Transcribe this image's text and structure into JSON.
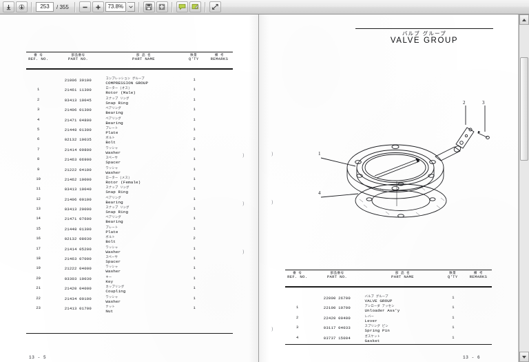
{
  "toolbar": {
    "first_page_icon": "first-page-icon",
    "prev_page_icon": "previous-page-icon",
    "page_number": "253",
    "page_total_label": "/ 355",
    "zoom_out_icon": "zoom-out-icon",
    "zoom_in_icon": "zoom-in-icon",
    "zoom_level": "73.8%",
    "zoom_dropdown_icon": "chevron-down-icon",
    "save_icon": "save-icon",
    "fit_page_icon": "fit-page-icon",
    "comment_icon": "comment-icon",
    "annotate_icon": "annotate-icon",
    "fullscreen_icon": "fullscreen-icon"
  },
  "left_page": {
    "folio": "13 - 5",
    "columns": [
      {
        "jp": "番  号",
        "en": "REF. NO."
      },
      {
        "jp": "部品番号",
        "en": "PART NO."
      },
      {
        "jp": "部 品 名",
        "en": "PART NAME"
      },
      {
        "jp": "数量",
        "en": "Q'TY"
      },
      {
        "jp": "備 考",
        "en": "REMARKS"
      }
    ],
    "rows": [
      {
        "ref": "",
        "part": "21006 39100",
        "jp": "コンプレッション  グループ",
        "en": "COMPRESSION GROUP",
        "qty": "1",
        "rem": ""
      },
      {
        "ref": "1",
        "part": "21461 11300",
        "jp": "ローター  (オス)",
        "en": "Rotor (Male)",
        "qty": "1",
        "rem": ""
      },
      {
        "ref": "2",
        "part": "03413 10045",
        "jp": "スナップ リング",
        "en": "Snap Ring",
        "qty": "1",
        "rem": ""
      },
      {
        "ref": "3",
        "part": "21406 01300",
        "jp": "ベアリング",
        "en": "Bearing",
        "qty": "1",
        "rem": ""
      },
      {
        "ref": "4",
        "part": "21471 04800",
        "jp": "ベアリング",
        "en": "Bearing",
        "qty": "1",
        "rem": ""
      },
      {
        "ref": "5",
        "part": "21448 01300",
        "jp": "プレート",
        "en": "Plate",
        "qty": "1",
        "rem": ""
      },
      {
        "ref": "6",
        "part": "02132 10035",
        "jp": "ボルト",
        "en": "Bolt",
        "qty": "2",
        "rem": ""
      },
      {
        "ref": "7",
        "part": "21414 09800",
        "jp": "ワッシャ",
        "en": "Washer",
        "qty": "1",
        "rem": ""
      },
      {
        "ref": "8",
        "part": "21463 06900",
        "jp": "スペーサ",
        "en": "Spacer",
        "qty": "1",
        "rem": ""
      },
      {
        "ref": "9",
        "part": "21222 04100",
        "jp": "ワッシャ",
        "en": "Washer",
        "qty": "1",
        "rem": ""
      },
      {
        "ref": "10",
        "part": "21462 10000",
        "jp": "ローター  (メス)",
        "en": "Rotor (Female)",
        "qty": "1",
        "rem": ""
      },
      {
        "ref": "11",
        "part": "03413 10040",
        "jp": "スナップ リング",
        "en": "Snap Ring",
        "qty": "1",
        "rem": ""
      },
      {
        "ref": "12",
        "part": "21406 00100",
        "jp": "ベアリング",
        "en": "Bearing",
        "qty": "1",
        "rem": ""
      },
      {
        "ref": "13",
        "part": "03413 20090",
        "jp": "スナップ リング",
        "en": "Snap Ring",
        "qty": "1",
        "rem": ""
      },
      {
        "ref": "14",
        "part": "21471 07600",
        "jp": "ベアリング",
        "en": "Bearing",
        "qty": "1",
        "rem": ""
      },
      {
        "ref": "15",
        "part": "21448 01300",
        "jp": "プレート",
        "en": "Plate",
        "qty": "1",
        "rem": ""
      },
      {
        "ref": "16",
        "part": "02132 08030",
        "jp": "ボルト",
        "en": "Bolt",
        "qty": "2",
        "rem": ""
      },
      {
        "ref": "17",
        "part": "21414 05200",
        "jp": "ワッシャ",
        "en": "Washer",
        "qty": "1",
        "rem": ""
      },
      {
        "ref": "18",
        "part": "21463 07000",
        "jp": "スペーサ",
        "en": "Spacer",
        "qty": "1",
        "rem": ""
      },
      {
        "ref": "19",
        "part": "21222 04000",
        "jp": "ワッシャ",
        "en": "Washer",
        "qty": "1",
        "rem": ""
      },
      {
        "ref": "20",
        "part": "03303 10030",
        "jp": "キー",
        "en": "Key",
        "qty": "1",
        "rem": ""
      },
      {
        "ref": "21",
        "part": "21420 04000",
        "jp": "カップリング",
        "en": "Coupling",
        "qty": "1",
        "rem": ""
      },
      {
        "ref": "22",
        "part": "21434 00100",
        "jp": "ワッシャ",
        "en": "Washer",
        "qty": "1",
        "rem": ""
      },
      {
        "ref": "23",
        "part": "21413 01700",
        "jp": "ナット",
        "en": "Nut",
        "qty": "1",
        "rem": ""
      }
    ]
  },
  "right_page": {
    "folio": "13 - 6",
    "group_title_jp": "バルブ  グループ",
    "group_title_en": "VALVE GROUP",
    "diagram_callouts": [
      "1",
      "2",
      "3",
      "4"
    ],
    "columns": [
      {
        "jp": "番  号",
        "en": "REF. NO."
      },
      {
        "jp": "部品番号",
        "en": "PART NO."
      },
      {
        "jp": "部 品 名",
        "en": "PART NAME"
      },
      {
        "jp": "数量",
        "en": "Q'TY"
      },
      {
        "jp": "備 考",
        "en": "REMARKS"
      }
    ],
    "rows": [
      {
        "ref": "",
        "part": "22000 26700",
        "jp": "バルブ  グループ",
        "en": "VALVE GROUP",
        "qty": "1",
        "rem": ""
      },
      {
        "ref": "1",
        "part": "22100 19700",
        "jp": "アンローダ  アッセン",
        "en": "Unloader Ass'y",
        "qty": "1",
        "rem": ""
      },
      {
        "ref": "2",
        "part": "22420 00400",
        "jp": "レバー",
        "en": "Lever",
        "qty": "1",
        "rem": ""
      },
      {
        "ref": "3",
        "part": "03117 04033",
        "jp": "スプリング ピン",
        "en": "Spring Pin",
        "qty": "1",
        "rem": ""
      },
      {
        "ref": "4",
        "part": "03737 15004",
        "jp": "ガスケット",
        "en": "Gasket",
        "qty": "1",
        "rem": ""
      }
    ]
  },
  "colors": {
    "viewer_background": "#575757",
    "page_background": "#ffffff",
    "toolbar_background": "#e9e9e9",
    "ink": "#15161a",
    "accent_green": "#a8c63c"
  }
}
